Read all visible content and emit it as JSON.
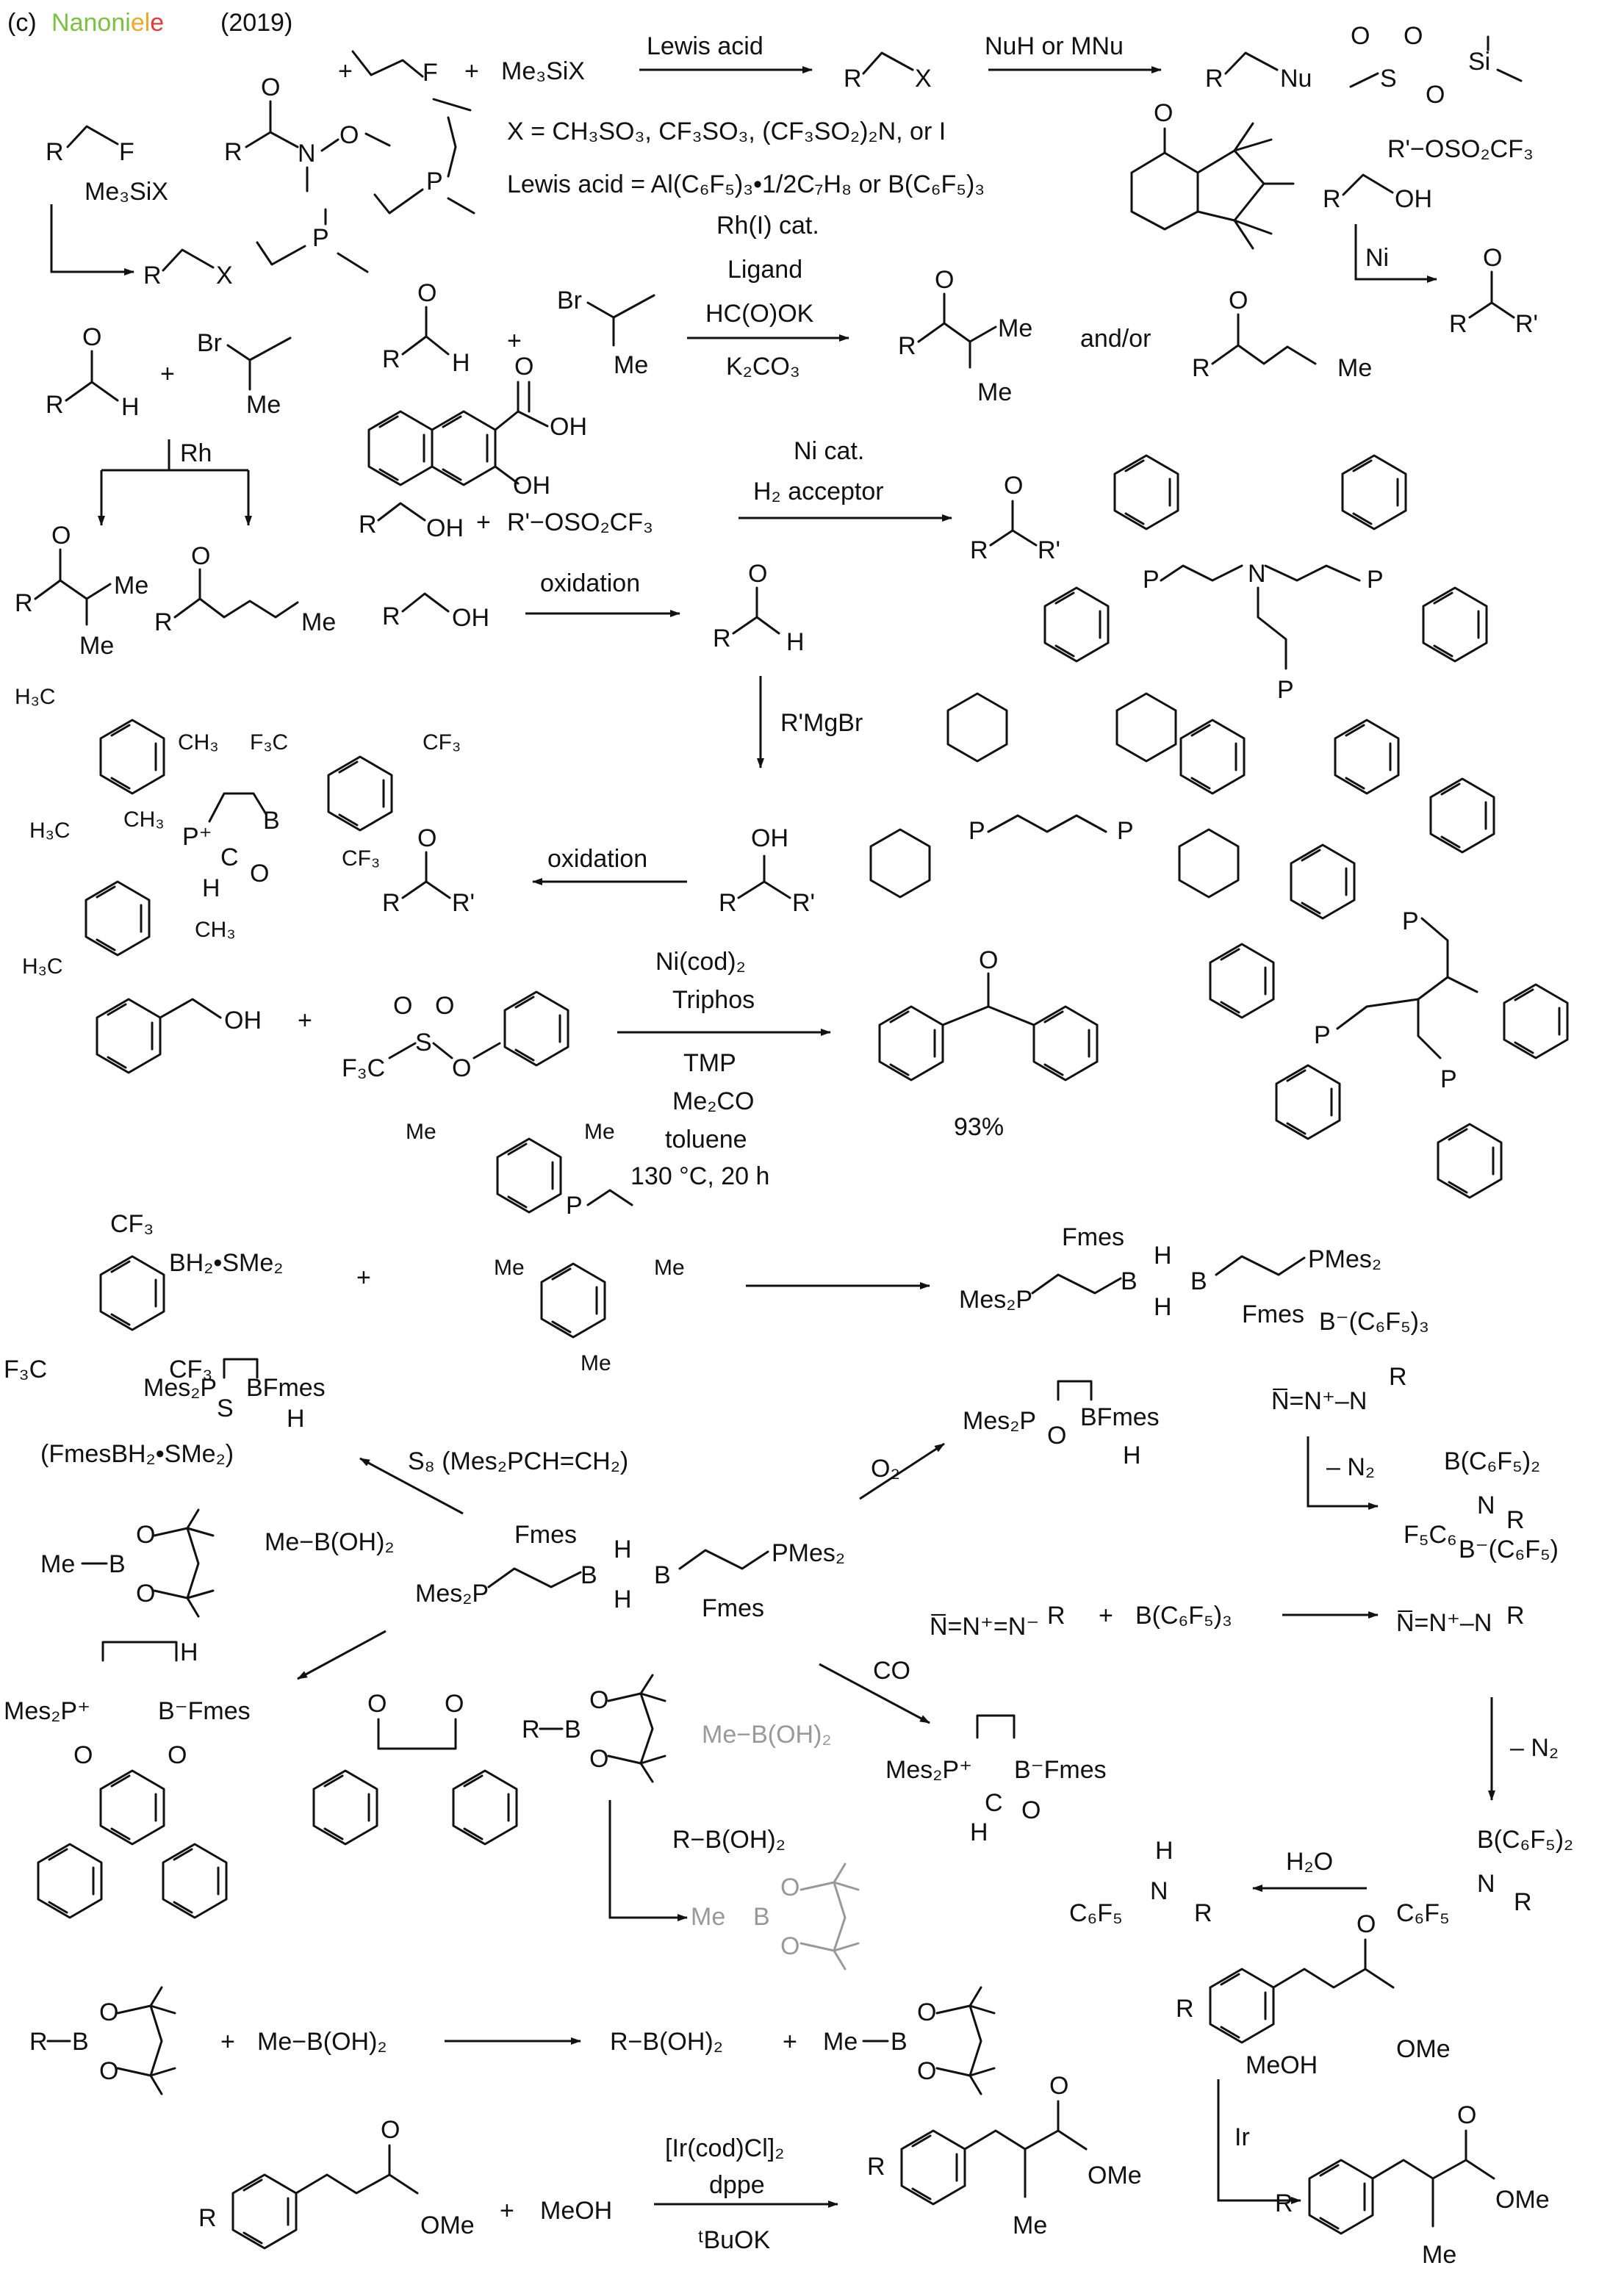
{
  "header": {
    "prefix": "(c) ",
    "brand": [
      "N",
      "a",
      "n",
      "o",
      "n",
      "i",
      "e",
      "l",
      "e"
    ],
    "brand_colors": [
      "#7cc242",
      "#7cc242",
      "#7cc242",
      "#7cc242",
      "#7cc242",
      "#7cc242",
      "#f5a623",
      "#f5a623",
      "#e53935"
    ],
    "year": "(2019)"
  },
  "labels": {
    "rch2f": "R–F",
    "plus": "+",
    "me3six": "Me₃SiX",
    "lewis_acid": "Lewis acid",
    "nuh": "NuH or MNu",
    "x_def": "X = CH₃SO₃, CF₃SO₃, (CF₃SO₂)₂N, or I",
    "la_def": "Lewis acid = Al(C₆F₅)₃•1/2C₇H₈ or B(C₆F₅)₃",
    "r_oso2cf3": "R'−OSO₂CF₃",
    "rh_cat": "Rh(I) cat.",
    "ligand": "Ligand",
    "hcook": "HC(O)OK",
    "k2co3": "K₂CO₃",
    "and_or": "and/or",
    "ni": "Ni",
    "rh": "Rh",
    "ni_cat": "Ni cat.",
    "h2_acc": "H₂ acceptor",
    "oxidation": "oxidation",
    "rmgbr": "R'MgBr",
    "nicod": "Ni(cod)₂",
    "triphos": "Triphos",
    "tmp": "TMP",
    "me2co": "Me₂CO",
    "toluene": "toluene",
    "cond": "130 °C, 20 h",
    "yield": "93%",
    "s8": "S₈  (Mes₂PCH=CH₂)",
    "fmesbh2": "(FmesBH₂•SMe₂)",
    "o2": "O₂",
    "co": "CO",
    "bc6f5": "B(C₆F₅)₃",
    "minus_n2": "– N₂",
    "h2o": "H₂O",
    "meboh2": "Me−B(OH)₂",
    "rboh2": "R−B(OH)₂",
    "ir_cat": "[Ir(cod)Cl]₂",
    "dppe": "dppe",
    "tbuok": "ᵗBuOK",
    "meoh": "MeOH",
    "ir": "Ir"
  }
}
